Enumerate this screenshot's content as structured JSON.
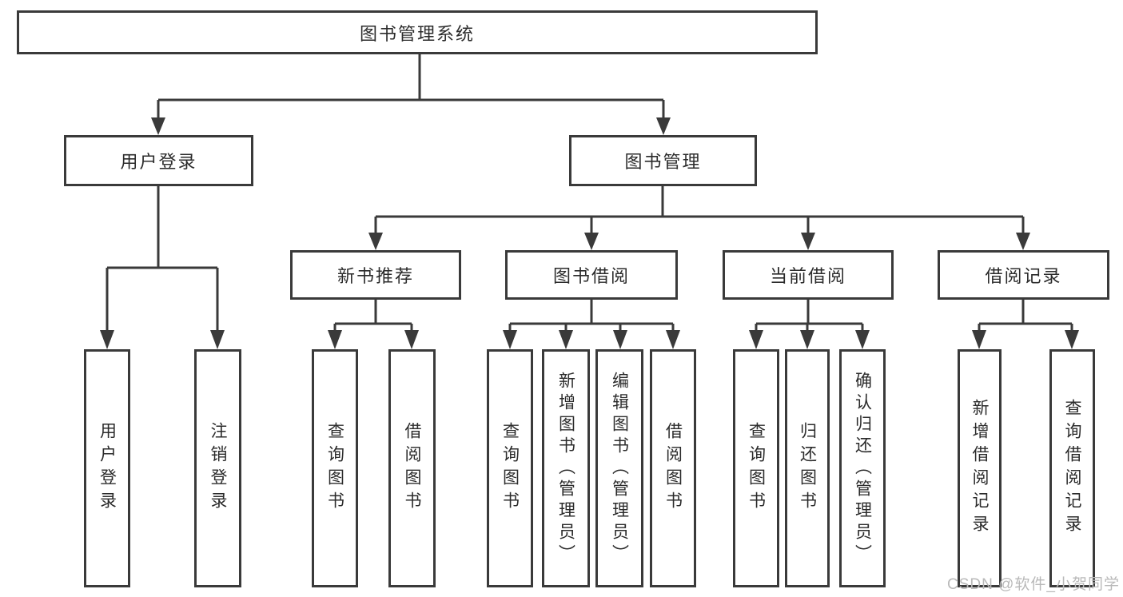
{
  "diagram_type": "hierarchy",
  "colors": {
    "line": "#3a3a3a",
    "box_border": "#3a3a3a",
    "text": "#2b2b2b",
    "background": "#ffffff",
    "watermark": "#b9b9b9"
  },
  "tree": {
    "root": {
      "label": "图书管理系统",
      "children": [
        {
          "label": "用户登录",
          "children": [
            {
              "label": "用户登录"
            },
            {
              "label": "注销登录"
            }
          ]
        },
        {
          "label": "图书管理",
          "children": [
            {
              "label": "新书推荐",
              "children": [
                {
                  "label": "查询图书"
                },
                {
                  "label": "借阅图书"
                }
              ]
            },
            {
              "label": "图书借阅",
              "children": [
                {
                  "label": "查询图书"
                },
                {
                  "label": "新增图书（管理员）"
                },
                {
                  "label": "编辑图书（管理员）"
                },
                {
                  "label": "借阅图书"
                }
              ]
            },
            {
              "label": "当前借阅",
              "children": [
                {
                  "label": "查询图书"
                },
                {
                  "label": "归还图书"
                },
                {
                  "label": "确认归还（管理员）"
                }
              ]
            },
            {
              "label": "借阅记录",
              "children": [
                {
                  "label": "新增借阅记录"
                },
                {
                  "label": "查询借阅记录"
                }
              ]
            }
          ]
        }
      ]
    }
  },
  "watermark": "CSDN @软件_小贺同学"
}
